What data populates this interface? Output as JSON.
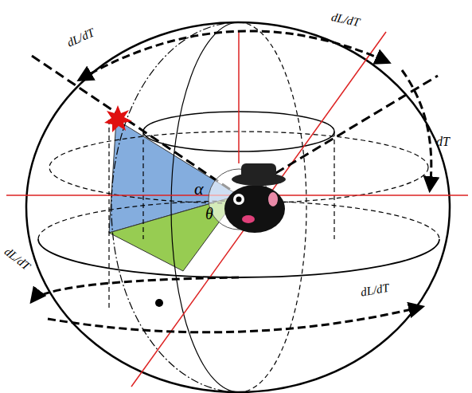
{
  "diagram": {
    "labels": [
      "dL/dT",
      "dL/dT",
      "dT",
      "dL/dT",
      "dL/dT",
      "α",
      "θ"
    ]
  }
}
